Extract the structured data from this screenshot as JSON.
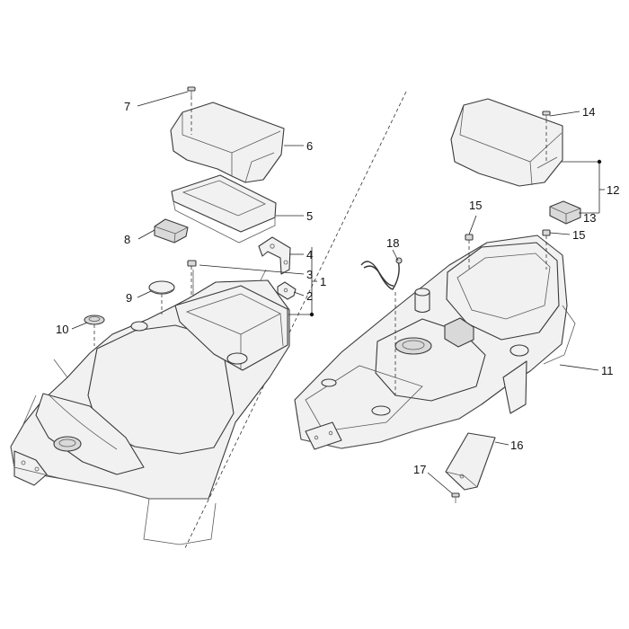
{
  "callouts": [
    {
      "id": "1",
      "label": "1"
    },
    {
      "id": "2",
      "label": "2"
    },
    {
      "id": "3",
      "label": "3"
    },
    {
      "id": "4",
      "label": "4"
    },
    {
      "id": "5",
      "label": "5"
    },
    {
      "id": "6",
      "label": "6"
    },
    {
      "id": "7",
      "label": "7"
    },
    {
      "id": "8",
      "label": "8"
    },
    {
      "id": "9",
      "label": "9"
    },
    {
      "id": "10",
      "label": "10"
    },
    {
      "id": "11",
      "label": "11"
    },
    {
      "id": "12",
      "label": "12"
    },
    {
      "id": "13",
      "label": "13"
    },
    {
      "id": "14",
      "label": "14"
    },
    {
      "id": "15a",
      "label": "15"
    },
    {
      "id": "15b",
      "label": "15"
    },
    {
      "id": "16",
      "label": "16"
    },
    {
      "id": "17",
      "label": "17"
    },
    {
      "id": "18",
      "label": "18"
    }
  ]
}
